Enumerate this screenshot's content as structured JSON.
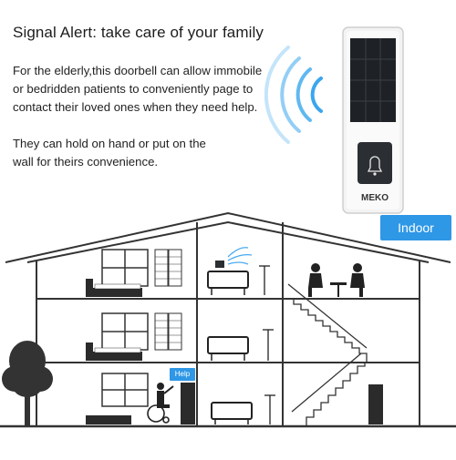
{
  "headline": "Signal Alert: take care of your family",
  "paragraph1": [
    "For the elderly,this doorbell can allow immobile",
    "or bedridden patients to conveniently page to",
    "contact their loved ones when they need help."
  ],
  "paragraph2": [
    "They can hold on hand or put on the",
    "wall for theirs convenience."
  ],
  "device": {
    "brand": "MEKO"
  },
  "indoor_label": "Indoor",
  "help_label": "Help",
  "colors": {
    "accent": "#2e97e6",
    "line": "#333333"
  }
}
